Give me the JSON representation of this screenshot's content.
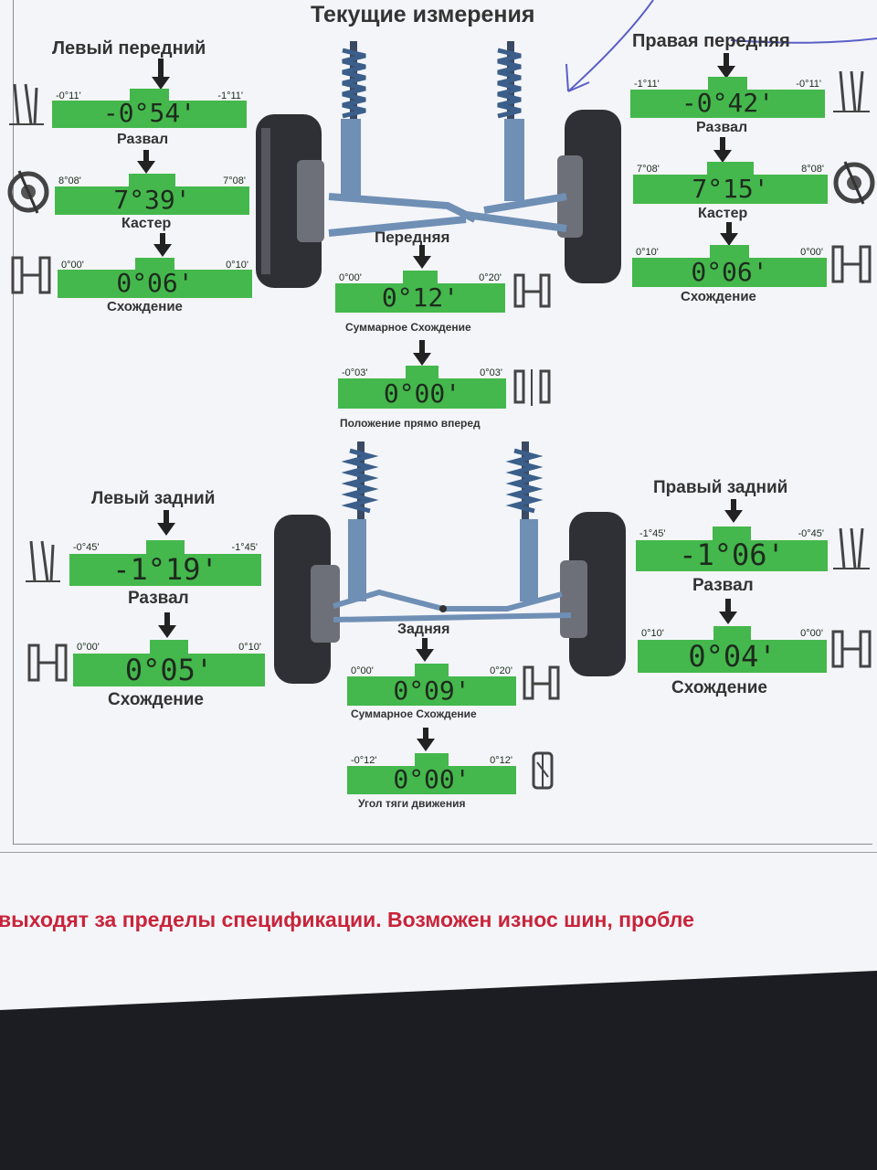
{
  "title": "Текущие измерения",
  "warning": "выходят за пределы спецификации. Возможен износ шин, пробле",
  "colors": {
    "gauge": "#44b84c",
    "warning": "#c8243a"
  },
  "front_left": {
    "heading": "Левый передний",
    "camber": {
      "label": "Развал",
      "value": "-0°54'",
      "min": "-0°11'",
      "max": "-1°11'"
    },
    "caster": {
      "label": "Кастер",
      "value": "7°39'",
      "min": "8°08'",
      "max": "7°08'"
    },
    "toe": {
      "label": "Схождение",
      "value": "0°06'",
      "min": "0°00'",
      "max": "0°10'"
    }
  },
  "front_right": {
    "heading": "Правая передняя",
    "camber": {
      "label": "Развал",
      "value": "-0°42'",
      "min": "-1°11'",
      "max": "-0°11'"
    },
    "caster": {
      "label": "Кастер",
      "value": "7°15'",
      "min": "7°08'",
      "max": "8°08'"
    },
    "toe": {
      "label": "Схождение",
      "value": "0°06'",
      "min": "0°10'",
      "max": "0°00'"
    }
  },
  "front_axle": {
    "heading": "Передняя",
    "total_toe": {
      "label": "Суммарное Схождение",
      "value": "0°12'",
      "min": "0°00'",
      "max": "0°20'"
    },
    "straight_ahead": {
      "label": "Положение прямо вперед",
      "value": "0°00'",
      "min": "-0°03'",
      "max": "0°03'"
    }
  },
  "rear_left": {
    "heading": "Левый задний",
    "camber": {
      "label": "Развал",
      "value": "-1°19'",
      "min": "-0°45'",
      "max": "-1°45'"
    },
    "toe": {
      "label": "Схождение",
      "value": "0°05'",
      "min": "0°00'",
      "max": "0°10'"
    }
  },
  "rear_right": {
    "heading": "Правый задний",
    "camber": {
      "label": "Развал",
      "value": "-1°06'",
      "min": "-1°45'",
      "max": "-0°45'"
    },
    "toe": {
      "label": "Схождение",
      "value": "0°04'",
      "min": "0°10'",
      "max": "0°00'"
    }
  },
  "rear_axle": {
    "heading": "Задняя",
    "total_toe": {
      "label": "Суммарное Схождение",
      "value": "0°09'",
      "min": "0°00'",
      "max": "0°20'"
    },
    "thrust_angle": {
      "label": "Угол тяги движения",
      "value": "0°00'",
      "min": "-0°12'",
      "max": "0°12'"
    }
  },
  "icons": [
    "camber-icon",
    "caster-icon",
    "toe-icon",
    "straight-ahead-icon",
    "thrust-angle-icon",
    "suspension-illustration-icon"
  ]
}
